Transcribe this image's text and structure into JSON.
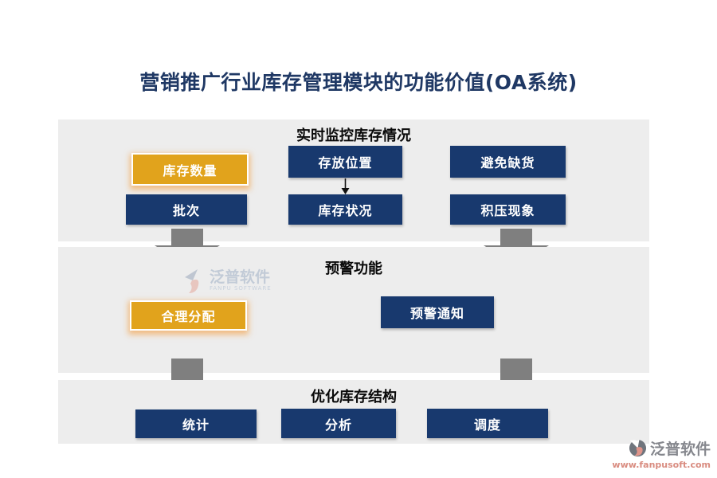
{
  "title": "营销推广行业库存管理模块的功能价值(OA系统)",
  "sections": [
    {
      "header": "实时监控库存情况",
      "buttons": [
        {
          "label": "库存数量",
          "variant": "gold"
        },
        {
          "label": "存放位置",
          "variant": "navy"
        },
        {
          "label": "避免缺货",
          "variant": "navy"
        },
        {
          "label": "批次",
          "variant": "navy"
        },
        {
          "label": "库存状况",
          "variant": "navy"
        },
        {
          "label": "积压现象",
          "variant": "navy"
        }
      ]
    },
    {
      "header": "预警功能",
      "buttons": [
        {
          "label": "合理分配",
          "variant": "gold"
        },
        {
          "label": "预警通知",
          "variant": "navy"
        }
      ]
    },
    {
      "header": "优化库存结构",
      "buttons": [
        {
          "label": "统计",
          "variant": "navy"
        },
        {
          "label": "分析",
          "variant": "navy"
        },
        {
          "label": "调度",
          "variant": "navy"
        }
      ]
    }
  ],
  "watermark_center": {
    "name": "泛普软件",
    "subtitle": "FANPU SOFTWARE"
  },
  "watermark_corner": {
    "name": "泛普软件",
    "url": "www.fanpusoft.com"
  },
  "colors": {
    "navy": "#18396E",
    "gold": "#E1A31C",
    "band_background": "#EDEDED",
    "title_text": "#1F3864",
    "arrow_gray": "#7F7F7F"
  }
}
